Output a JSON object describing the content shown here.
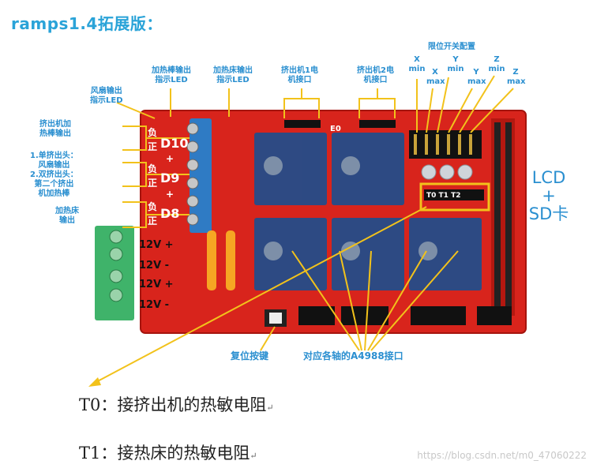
{
  "title": "ramps1.4拓展版：",
  "labels": {
    "fan_led": [
      "风扇输出",
      "指示LED"
    ],
    "heater_led": [
      "加热棒输出",
      "指示LED"
    ],
    "bed_led": [
      "加热床输出",
      "指示LED"
    ],
    "ext1": [
      "挤出机1电",
      "机接口"
    ],
    "ext2": [
      "挤出机2电",
      "机接口"
    ],
    "endstop_title": "限位开关配置",
    "heater_out": [
      "挤出机加",
      "热棒输出"
    ],
    "single_dual": [
      "1.单挤出头：",
      "风扇输出",
      "2.双挤出头：",
      "第二个挤出",
      "机加热棒"
    ],
    "bed_out": [
      "加热床",
      "输出"
    ],
    "reset": "复位按键",
    "a4988": "对应各轴的A4988接口",
    "lcd": [
      "LCD",
      "+",
      "SD卡"
    ]
  },
  "endstops": {
    "x_min": [
      "X",
      "min"
    ],
    "x_max": [
      "X",
      "max"
    ],
    "y_min": [
      "Y",
      "min"
    ],
    "y_max": [
      "Y",
      "max"
    ],
    "z_min": [
      "Z",
      "min"
    ],
    "z_max": [
      "Z",
      "max"
    ]
  },
  "board": {
    "d10": "D10",
    "d9": "D9",
    "d8": "D8",
    "neg": "负",
    "pos": "正",
    "plus": "+",
    "v12a": "12V +",
    "v12b": "12V -",
    "v12c": "12V +",
    "v12d": "12V -",
    "e0": "E0",
    "t0t1": "T0 T1 T2"
  },
  "captions": {
    "t0": "T0：接挤出机的热敏电阻",
    "t1": "T1：接热床的热敏电阻",
    "return_mark": "↵"
  },
  "watermark": "https://blog.csdn.net/m0_47060222",
  "colors": {
    "board_red": "#d8241c",
    "annot_yellow": "#f2c21b",
    "label_blue": "#2a8fd0",
    "driver_blue": "#1f4e8c",
    "terminal_green": "#3fb36a"
  }
}
